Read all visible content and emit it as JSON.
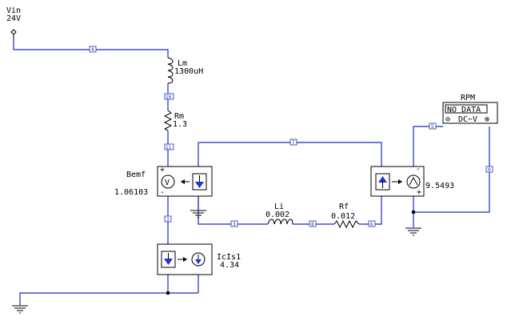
{
  "vin": {
    "name": "Vin",
    "value": "24V"
  },
  "lm": {
    "name": "Lm",
    "value": "1300uH"
  },
  "rm": {
    "name": "Rm",
    "value": "1.3"
  },
  "bemf": {
    "name": "Bemf",
    "value": "1.06103",
    "plus": "+",
    "minus": "-"
  },
  "li": {
    "name": "Li",
    "value": "0.002"
  },
  "rf": {
    "name": "Rf",
    "value": "0.012"
  },
  "icis": {
    "name": "IcIs1",
    "value": "4.34"
  },
  "gain": {
    "value": "9.5493",
    "minus": "-",
    "plus": "+"
  },
  "rpm": {
    "name": "RPM",
    "display": "NO DATA",
    "mode": "DC~V",
    "minus_sym": "⊖",
    "plus_sym": "⊕"
  },
  "nodes": {
    "n4": "4",
    "n10": "10",
    "n11": "11",
    "n7": "7",
    "n3a": "3",
    "n3b": "3",
    "n8": "8",
    "n5": "5",
    "n6": "6",
    "n0": "0"
  }
}
